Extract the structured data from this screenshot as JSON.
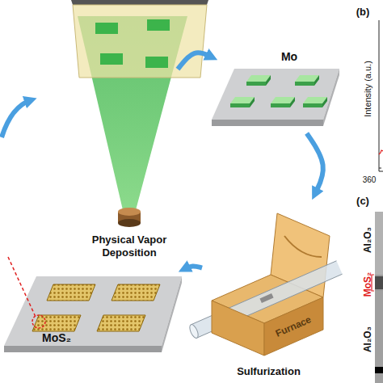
{
  "diagram": {
    "nodes": [
      {
        "text": [
          "Physical Vapor Deposition"
        ]
      },
      {
        "text": [
          "Mo"
        ]
      },
      {
        "text": [
          "Furnace",
          "Sulfurization"
        ]
      },
      {
        "text": [
          "MoS₂"
        ]
      }
    ],
    "edges": [
      {
        "from": 0,
        "to": 1,
        "arrow": "to"
      },
      {
        "from": 1,
        "to": 2,
        "arrow": "to"
      },
      {
        "from": 2,
        "to": 3,
        "arrow": "to"
      }
    ],
    "labels": [
      "(b)",
      "Intensity (a.u.)",
      "360",
      "(c)",
      "Al₂O₃",
      "MoS₂",
      "Al₂O₃"
    ]
  }
}
